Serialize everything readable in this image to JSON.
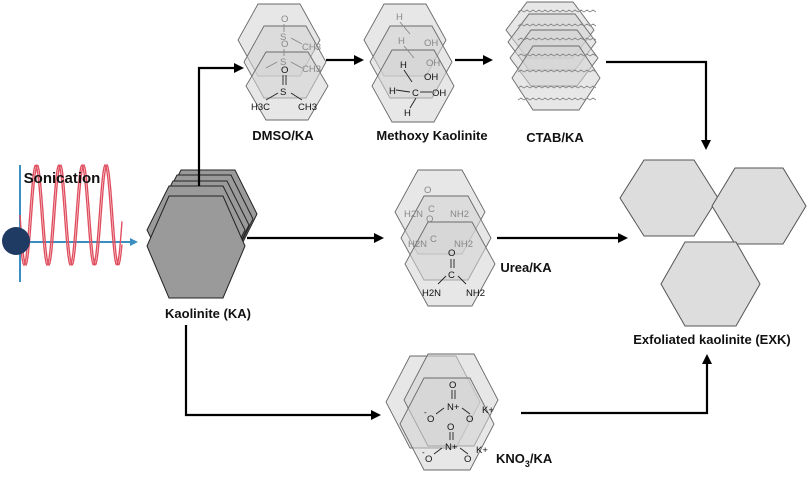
{
  "labels": {
    "sonication": "Sonication",
    "kaolinite": "Kaolinite (KA)",
    "dmso": "DMSO/KA",
    "methoxy": "Methoxy Kaolinite",
    "ctab": "CTAB/KA",
    "urea": "Urea/KA",
    "kno3_main": "KNO",
    "kno3_sub": "3",
    "kno3_tail": "/KA",
    "exfoliated": "Exfoliated kaolinite (EXK)"
  },
  "chem": {
    "o": "O",
    "s": "S",
    "h3c": "H3C",
    "ch3": "CH3",
    "h": "H",
    "c": "C",
    "oh": "OH",
    "h2n": "H2N",
    "nh2": "NH2",
    "n_plus": "N+",
    "o_minus": "O",
    "k_plus": "K+"
  },
  "colors": {
    "arrow": "#000000",
    "wave": "#e05060",
    "axis": "#3a8fc0",
    "ball": "#1f3a63"
  }
}
